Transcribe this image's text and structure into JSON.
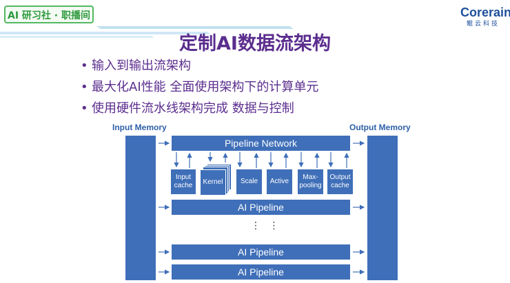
{
  "badge": {
    "text": "AI 研习社 · 职播间"
  },
  "logo": {
    "name": "Corerain",
    "sub": "鲲云科技"
  },
  "title": "定制AI数据流架构",
  "bullets": [
    "输入到输出流架构",
    "最大化AI性能 全面使用架构下的计算单元",
    "使用硬件流水线架构完成 数据与控制"
  ],
  "diagram": {
    "input_memory": "Input Memory",
    "output_memory": "Output Memory",
    "pipeline_network": "Pipeline Network",
    "units": [
      {
        "line1": "Input",
        "line2": "cache"
      },
      {
        "line1": "Kernel",
        "line2": ""
      },
      {
        "line1": "Scale",
        "line2": ""
      },
      {
        "line1": "Active",
        "line2": ""
      },
      {
        "line1": "Max-",
        "line2": "pooling"
      },
      {
        "line1": "Output",
        "line2": "cache"
      }
    ],
    "pipelines": [
      "AI Pipeline",
      "AI Pipeline",
      "AI Pipeline"
    ],
    "ellipsis": "⋮ ⋮"
  },
  "colors": {
    "title": "#5b2d8e",
    "block": "#3f6fb8",
    "label": "#2d5fa8",
    "badge": "#53b85f"
  }
}
